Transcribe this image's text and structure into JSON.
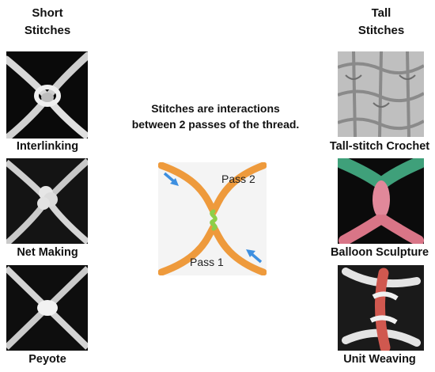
{
  "left_column": {
    "heading_line1": "Short",
    "heading_line2": "Stitches",
    "items": [
      {
        "label": "Interlinking"
      },
      {
        "label": "Net Making"
      },
      {
        "label": "Peyote"
      }
    ]
  },
  "right_column": {
    "heading_line1": "Tall",
    "heading_line2": "Stitches",
    "items": [
      {
        "label": "Tall-stitch Crochet"
      },
      {
        "label": "Balloon Sculpture"
      },
      {
        "label": "Unit Weaving"
      }
    ]
  },
  "center": {
    "caption_line1": "Stitches are interactions",
    "caption_line2": "between 2 passes of the thread.",
    "diagram": {
      "pass_top_label": "Pass 2",
      "pass_bottom_label": "Pass 1",
      "thread_color": "#ee9a3c",
      "stitch_color": "#8ccf4a",
      "arrow_color": "#3d8fe0",
      "background_color": "#f4f4f4"
    }
  }
}
